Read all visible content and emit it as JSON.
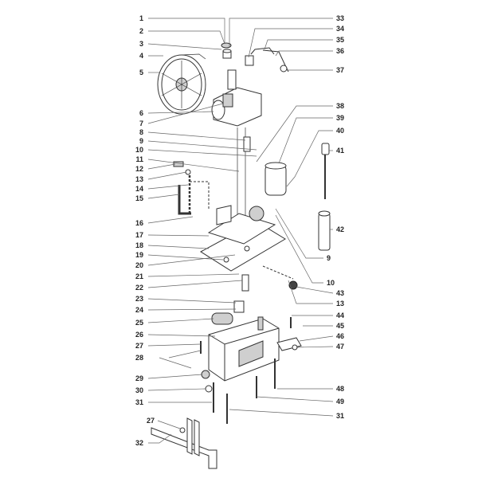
{
  "left_labels": [
    {
      "id": "1",
      "text": "1"
    },
    {
      "id": "2",
      "text": "2"
    },
    {
      "id": "3",
      "text": "3"
    },
    {
      "id": "4",
      "text": "4"
    },
    {
      "id": "5",
      "text": "5"
    },
    {
      "id": "6",
      "text": "6"
    },
    {
      "id": "7",
      "text": "7"
    },
    {
      "id": "8",
      "text": "8"
    },
    {
      "id": "9",
      "text": "9"
    },
    {
      "id": "10",
      "text": "10"
    },
    {
      "id": "11",
      "text": "11"
    },
    {
      "id": "12",
      "text": "12"
    },
    {
      "id": "13",
      "text": "13"
    },
    {
      "id": "14",
      "text": "14"
    },
    {
      "id": "15",
      "text": "15"
    },
    {
      "id": "16",
      "text": "16"
    },
    {
      "id": "17",
      "text": "17"
    },
    {
      "id": "18",
      "text": "18"
    },
    {
      "id": "19",
      "text": "19"
    },
    {
      "id": "20",
      "text": "20"
    },
    {
      "id": "21",
      "text": "21"
    },
    {
      "id": "22",
      "text": "22"
    },
    {
      "id": "23",
      "text": "23"
    },
    {
      "id": "24",
      "text": "24"
    },
    {
      "id": "25",
      "text": "25"
    },
    {
      "id": "26",
      "text": "26"
    },
    {
      "id": "27",
      "text": "27"
    },
    {
      "id": "28",
      "text": "28"
    },
    {
      "id": "29",
      "text": "29"
    },
    {
      "id": "30",
      "text": "30"
    },
    {
      "id": "31",
      "text": "31"
    },
    {
      "id": "27b",
      "text": "27"
    },
    {
      "id": "32",
      "text": "32"
    }
  ],
  "right_labels": [
    {
      "id": "33",
      "text": "33"
    },
    {
      "id": "34",
      "text": "34"
    },
    {
      "id": "35",
      "text": "35"
    },
    {
      "id": "36",
      "text": "36"
    },
    {
      "id": "37",
      "text": "37"
    },
    {
      "id": "38",
      "text": "38"
    },
    {
      "id": "39",
      "text": "39"
    },
    {
      "id": "40",
      "text": "40"
    },
    {
      "id": "41",
      "text": "41"
    },
    {
      "id": "42",
      "text": "42"
    },
    {
      "id": "9b",
      "text": "9"
    },
    {
      "id": "10b",
      "text": "10"
    },
    {
      "id": "43",
      "text": "43"
    },
    {
      "id": "13b",
      "text": "13"
    },
    {
      "id": "44",
      "text": "44"
    },
    {
      "id": "45",
      "text": "45"
    },
    {
      "id": "46",
      "text": "46"
    },
    {
      "id": "47",
      "text": "47"
    },
    {
      "id": "48",
      "text": "48"
    },
    {
      "id": "49",
      "text": "49"
    },
    {
      "id": "31b",
      "text": "31"
    }
  ],
  "colors": {
    "line": "#333333",
    "leader": "#666666",
    "shade": "#cfcfcf",
    "text": "#222222"
  }
}
